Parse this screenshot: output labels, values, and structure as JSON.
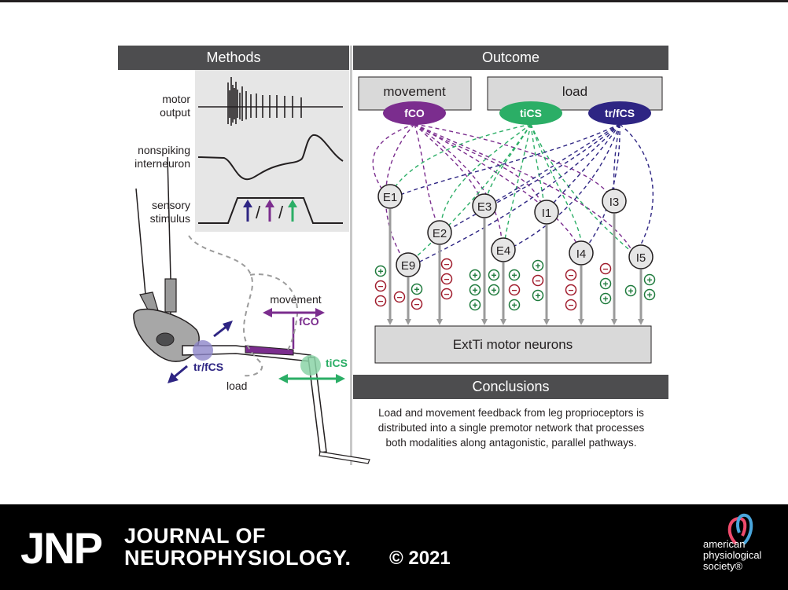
{
  "headers": {
    "methods": "Methods",
    "outcome": "Outcome",
    "conclusions": "Conclusions"
  },
  "methods": {
    "label_motor_1": "motor",
    "label_motor_2": "output",
    "label_nonspiking_1": "nonspiking",
    "label_nonspiking_2": "interneuron",
    "label_sensory_1": "sensory",
    "label_sensory_2": "stimulus",
    "slash": "/",
    "movement": "movement",
    "fco": "fCO",
    "trfcs": "tr/fCS",
    "load": "load",
    "tics": "tiCS"
  },
  "outcome": {
    "movement_box": "movement",
    "load_box": "load",
    "receptor_fco": "fCO",
    "receptor_tics": "tiCS",
    "receptor_trfcs": "tr/fCS",
    "neurons": [
      "E1",
      "E2",
      "E3",
      "E4",
      "E9",
      "I1",
      "I3",
      "I4",
      "I5"
    ],
    "plus": "+",
    "minus": "−",
    "motor_box": "ExtTi motor neurons"
  },
  "conclusions": {
    "line1": "Load and movement feedback from leg proprioceptors is",
    "line2": "distributed into a single premotor network that processes",
    "line3": "both modalities along antagonistic, parallel pathways."
  },
  "footer": {
    "jnp": "JNP",
    "journal_line1": "JOURNAL OF",
    "journal_line2": "NEUROPHYSIOLOGY.",
    "copyright": "© 2021",
    "aps_line1": "american",
    "aps_line2": "physiological",
    "aps_line3": "society®"
  },
  "colors": {
    "fco": "#7b2d8e",
    "tics": "#2bae66",
    "trfcs": "#2e2583",
    "excite": "#1e7a3c",
    "inhibit": "#a01c2c",
    "header": "#4d4d4f"
  }
}
